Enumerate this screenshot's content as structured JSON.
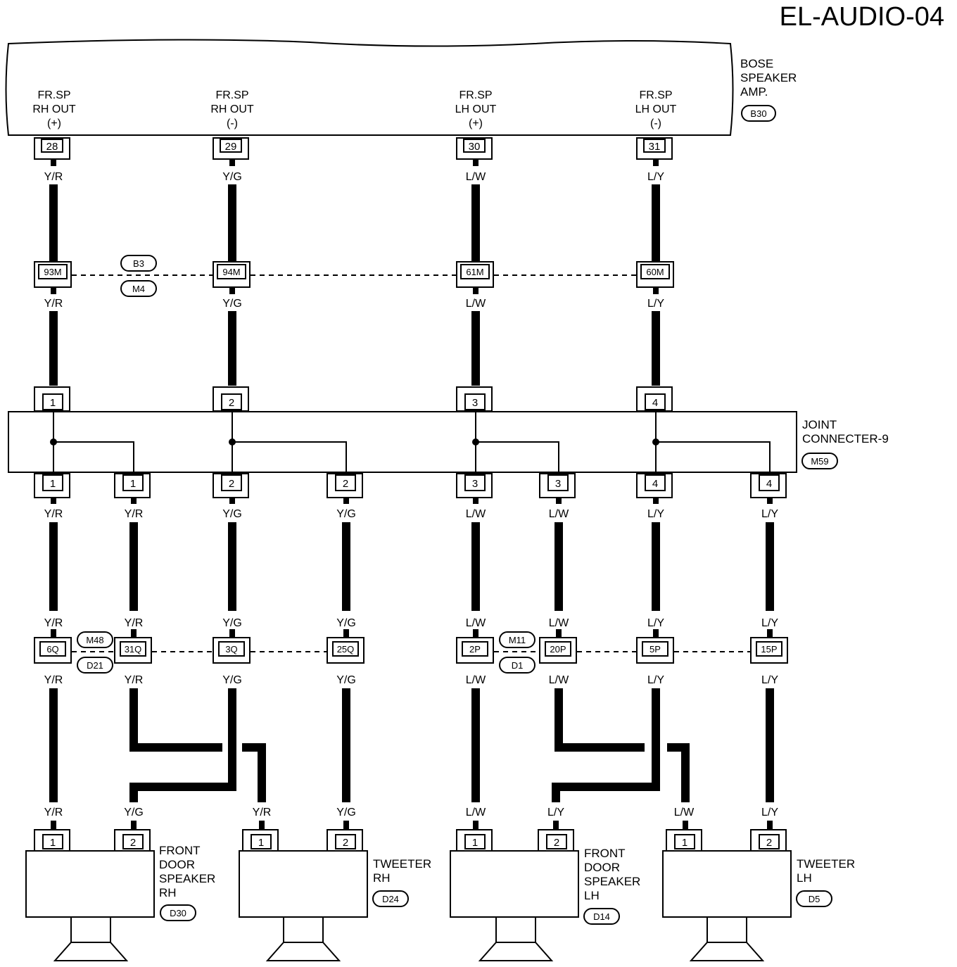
{
  "page_title": "EL-AUDIO-04",
  "amp": {
    "name_lines": [
      "BOSE",
      "SPEAKER",
      "AMP."
    ],
    "connector": "B30",
    "pins": [
      {
        "label_lines": [
          "FR.SP",
          "RH OUT",
          "(+)"
        ],
        "pin": "28",
        "wire": "Y/R"
      },
      {
        "label_lines": [
          "FR.SP",
          "RH OUT",
          "(-)"
        ],
        "pin": "29",
        "wire": "Y/G"
      },
      {
        "label_lines": [
          "FR.SP",
          "LH OUT",
          "(+)"
        ],
        "pin": "30",
        "wire": "L/W"
      },
      {
        "label_lines": [
          "FR.SP",
          "LH OUT",
          "(-)"
        ],
        "pin": "31",
        "wire": "L/Y"
      }
    ]
  },
  "inline_connector_1": {
    "codes": [
      "B3",
      "M4"
    ],
    "pins": [
      "93M",
      "94M",
      "61M",
      "60M"
    ],
    "wires_below": [
      "Y/R",
      "Y/G",
      "L/W",
      "L/Y"
    ]
  },
  "joint_connector": {
    "name_lines": [
      "JOINT",
      "CONNECTER-9"
    ],
    "connector": "M59",
    "top_pins": [
      "1",
      "2",
      "3",
      "4"
    ],
    "bottom_pins": [
      "1",
      "1",
      "2",
      "2",
      "3",
      "3",
      "4",
      "4"
    ],
    "wires_below": [
      "Y/R",
      "Y/R",
      "Y/G",
      "Y/G",
      "L/W",
      "L/W",
      "L/Y",
      "L/Y"
    ]
  },
  "inline_connector_2": {
    "codes_right": [
      "M48",
      "D21"
    ],
    "codes_left": [
      "M11",
      "D1"
    ],
    "pins": [
      "6Q",
      "31Q",
      "3Q",
      "25Q",
      "2P",
      "20P",
      "5P",
      "15P"
    ],
    "wires_above": [
      "Y/R",
      "Y/R",
      "Y/G",
      "Y/G",
      "L/W",
      "L/W",
      "L/Y",
      "L/Y"
    ],
    "wires_below": [
      "Y/R",
      "Y/R",
      "Y/G",
      "Y/G",
      "L/W",
      "L/W",
      "L/Y",
      "L/Y"
    ]
  },
  "speakers": [
    {
      "name_lines": [
        "FRONT",
        "DOOR",
        "SPEAKER",
        "RH"
      ],
      "connector": "D30",
      "pins": [
        "1",
        "2"
      ],
      "wires": [
        "Y/R",
        "Y/G"
      ]
    },
    {
      "name_lines": [
        "TWEETER",
        "RH"
      ],
      "connector": "D24",
      "pins": [
        "1",
        "2"
      ],
      "wires": [
        "Y/R",
        "Y/G"
      ]
    },
    {
      "name_lines": [
        "FRONT",
        "DOOR",
        "SPEAKER",
        "LH"
      ],
      "connector": "D14",
      "pins": [
        "1",
        "2"
      ],
      "wires": [
        "L/W",
        "L/Y"
      ]
    },
    {
      "name_lines": [
        "TWEETER",
        "LH"
      ],
      "connector": "D5",
      "pins": [
        "1",
        "2"
      ],
      "wires": [
        "L/W",
        "L/Y"
      ]
    }
  ]
}
